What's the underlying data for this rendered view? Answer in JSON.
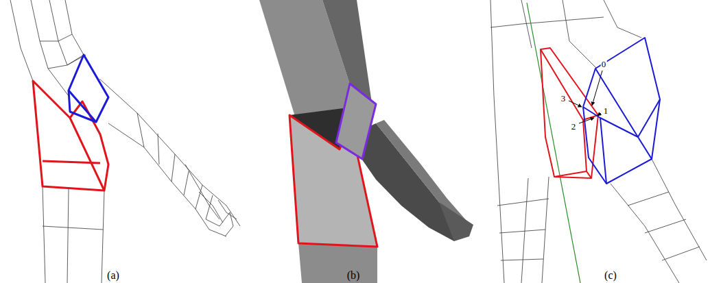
{
  "diagram": {
    "labels": [
      "0",
      "3",
      "1",
      "2",
      "(a)",
      "(b)",
      "(c)"
    ]
  }
}
